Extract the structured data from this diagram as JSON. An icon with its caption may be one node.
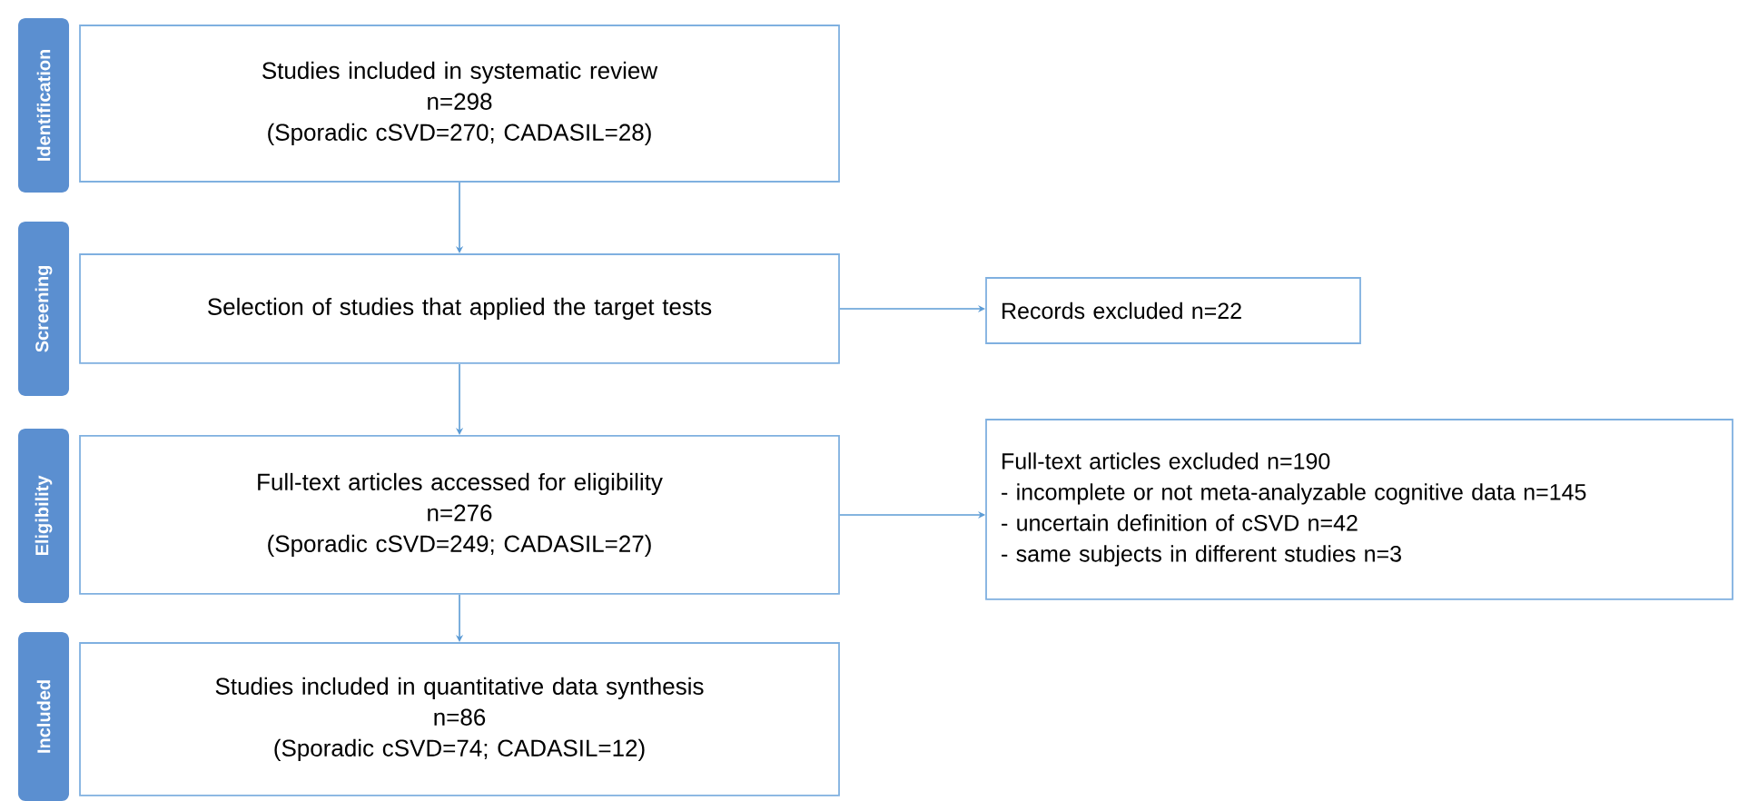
{
  "diagram": {
    "nodes": [
      {
        "text": [
          "Identification"
        ]
      },
      {
        "text": [
          "Studies included in systematic review",
          "n=298",
          "(Sporadic cSVD=270; CADASIL=28)"
        ]
      },
      {
        "text": [
          "Screening"
        ]
      },
      {
        "text": [
          "Selection of studies that applied the target tests"
        ]
      },
      {
        "text": [
          "Records excluded n=22"
        ]
      },
      {
        "text": [
          "Eligibility"
        ]
      },
      {
        "text": [
          "Full-text articles accessed for eligibility",
          "n=276",
          "(Sporadic cSVD=249; CADASIL=27)"
        ]
      },
      {
        "text": [
          "Full-text articles excluded n=190",
          "- incomplete or not meta-analyzable  cognitive data n=145",
          "- uncertain definition of cSVD n=42",
          "- same subjects in different studies n=3"
        ]
      },
      {
        "text": [
          "Included"
        ]
      },
      {
        "text": [
          "Studies included in quantitative data synthesis",
          "n=86",
          "(Sporadic cSVD=74; CADASIL=12)"
        ]
      }
    ],
    "edges": [
      {
        "from": 1,
        "to": 3,
        "arrow": "to"
      },
      {
        "from": 3,
        "to": 4,
        "arrow": "to"
      },
      {
        "from": 3,
        "to": 6,
        "arrow": "to"
      },
      {
        "from": 6,
        "to": 7,
        "arrow": "to"
      },
      {
        "from": 6,
        "to": 9,
        "arrow": "to"
      }
    ]
  }
}
